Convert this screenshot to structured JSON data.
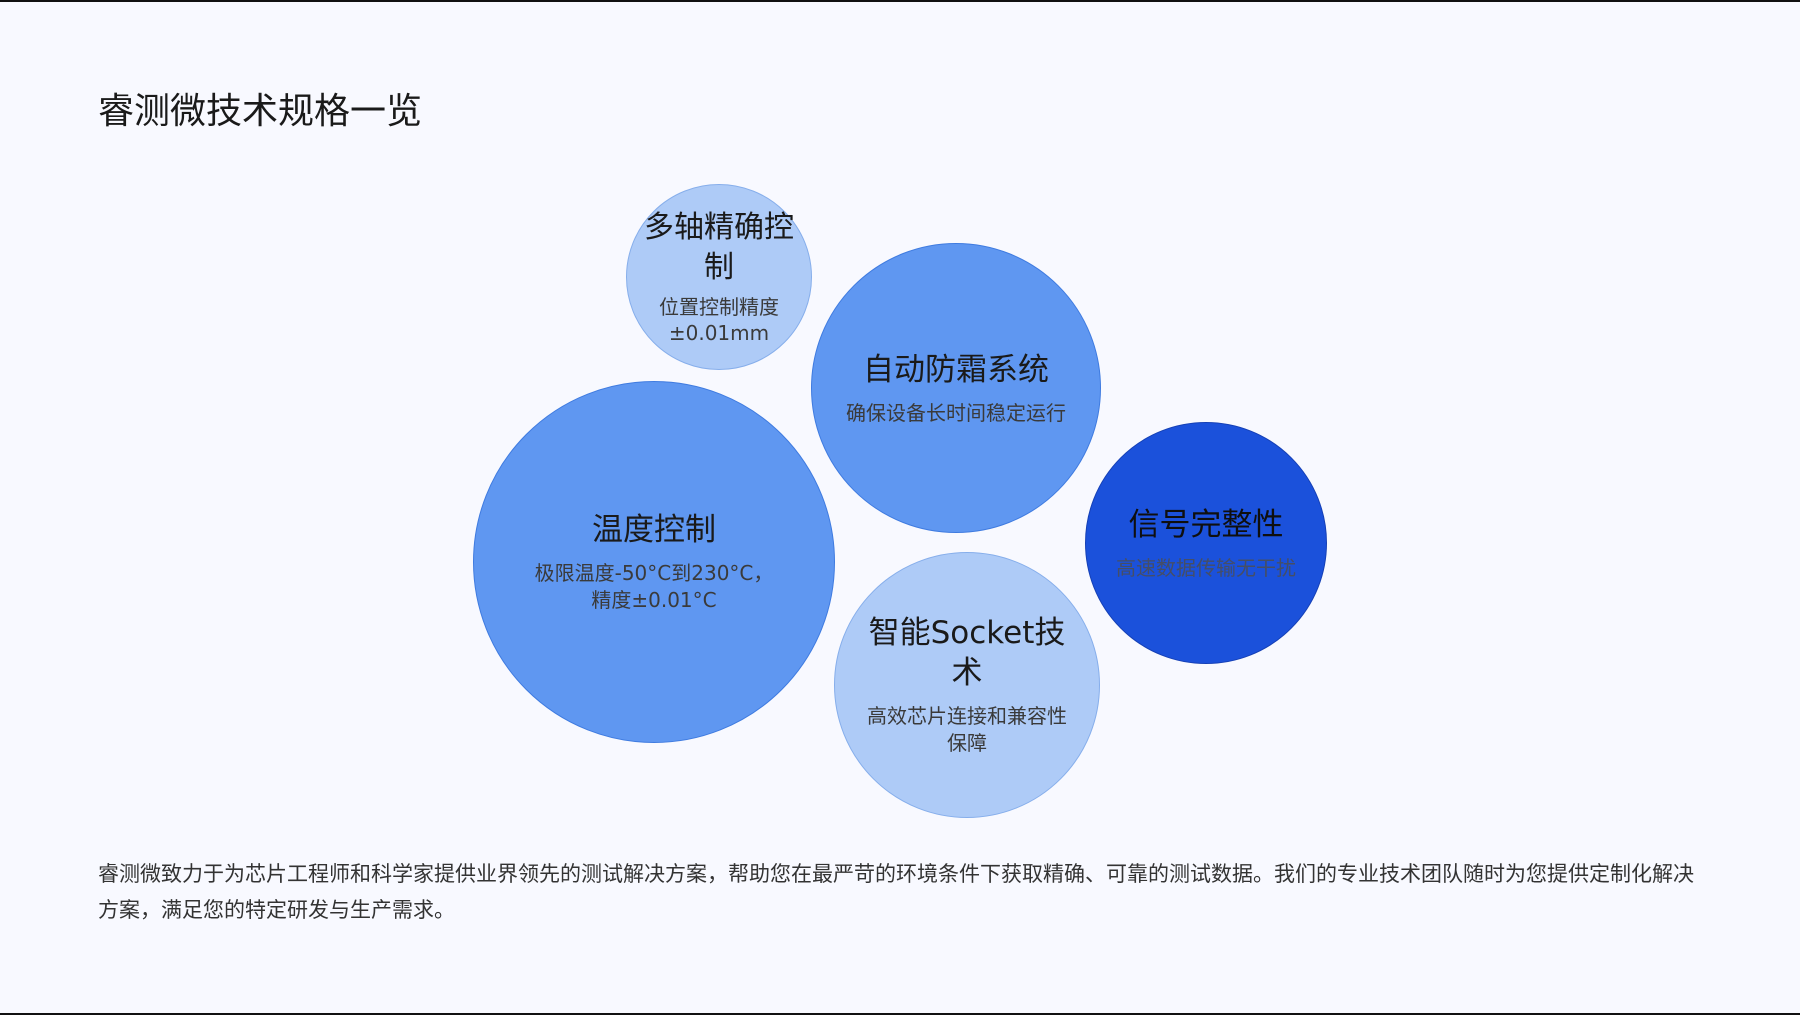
{
  "page": {
    "title": "睿测微技术规格一览",
    "description": "睿测微致力于为芯片工程师和科学家提供业界领先的测试解决方案，帮助您在最严苛的环境条件下获取精确、可靠的测试数据。我们的专业技术团队随时为您提供定制化解决方案，满足您的特定研发与生产需求。"
  },
  "colors": {
    "background": "#f8f9ff",
    "bubble_light": "#aecbf7",
    "bubble_mid": "#5f97f1",
    "bubble_dark": "#1b51db"
  },
  "bubbles": [
    {
      "title": "多轴精确控制",
      "desc": "位置控制精度±0.01mm"
    },
    {
      "title": "自动防霜系统",
      "desc": "确保设备长时间稳定运行"
    },
    {
      "title": "温度控制",
      "desc": "极限温度-50°C到230°C，精度±0.01°C"
    },
    {
      "title": "信号完整性",
      "desc": "高速数据传输无干扰"
    },
    {
      "title": "智能Socket技术",
      "desc": "高效芯片连接和兼容性保障"
    }
  ]
}
